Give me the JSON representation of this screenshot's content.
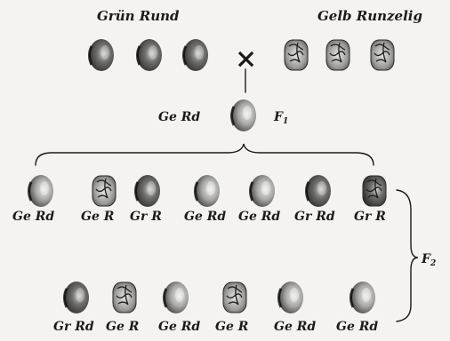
{
  "parents": {
    "left_label": "Grün Rund",
    "right_label": "Gelb Runzelig",
    "cross_symbol": "×",
    "left_seeds": [
      "smooth-green",
      "smooth-green",
      "smooth-green"
    ],
    "right_seeds": [
      "wrinkled-yellow",
      "wrinkled-yellow",
      "wrinkled-yellow"
    ]
  },
  "f1": {
    "label": "Ge Rd",
    "generation": "F",
    "generation_sub": "1",
    "seed": "smooth-yellow"
  },
  "f2": {
    "generation": "F",
    "generation_sub": "2",
    "row1": [
      {
        "label": "Ge Rd",
        "seed": "smooth-yellow"
      },
      {
        "label": "Ge R",
        "seed": "wrinkled-yellow"
      },
      {
        "label": "Gr R",
        "seed": "smooth-green"
      },
      {
        "label": "Ge Rd",
        "seed": "smooth-yellow"
      },
      {
        "label": "Ge Rd",
        "seed": "smooth-yellow"
      },
      {
        "label": "Gr Rd",
        "seed": "smooth-green"
      },
      {
        "label": "Gr R",
        "seed": "wrinkled-green"
      }
    ],
    "row2": [
      {
        "label": "Gr Rd",
        "seed": "smooth-green"
      },
      {
        "label": "Ge R",
        "seed": "wrinkled-yellow"
      },
      {
        "label": "Ge Rd",
        "seed": "smooth-yellow"
      },
      {
        "label": "Ge R",
        "seed": "wrinkled-yellow"
      },
      {
        "label": "Ge Rd",
        "seed": "smooth-yellow"
      },
      {
        "label": "Ge Rd",
        "seed": "smooth-yellow"
      }
    ]
  }
}
